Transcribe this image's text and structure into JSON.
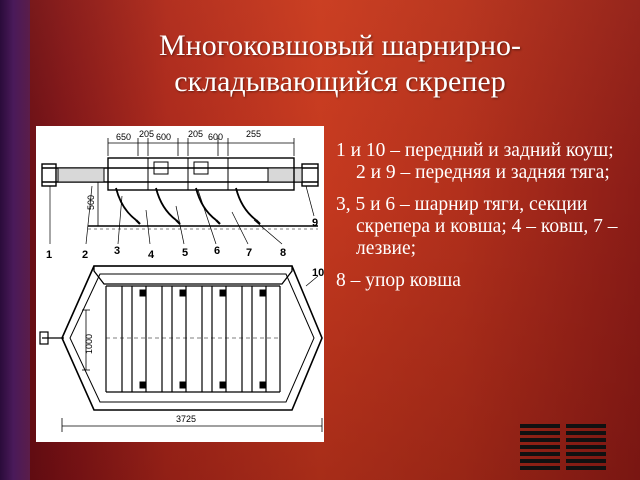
{
  "title": {
    "line1": "Многоковшовый шарнирно-",
    "line2": "складывающийся скрепер"
  },
  "figure": {
    "dimensions": {
      "d650": "650",
      "d205a": "205",
      "d600a": "600",
      "d205b": "205",
      "d600b": "600",
      "d255": "255",
      "d500": "500",
      "d1000": "1000",
      "d3725": "3725"
    },
    "labels": [
      "1",
      "2",
      "3",
      "4",
      "5",
      "6",
      "7",
      "8",
      "9",
      "10"
    ]
  },
  "body": {
    "p1": "1  и  10 – передний  и задний коуш;    2  и  9 – передняя  и  задняя тяга;",
    "p2": "3, 5  и  6 – шарнир тяги, секции скрепера и ковша;   4 – ковш,  7 – лезвие;",
    "p3": "8 – упор ковша"
  }
}
